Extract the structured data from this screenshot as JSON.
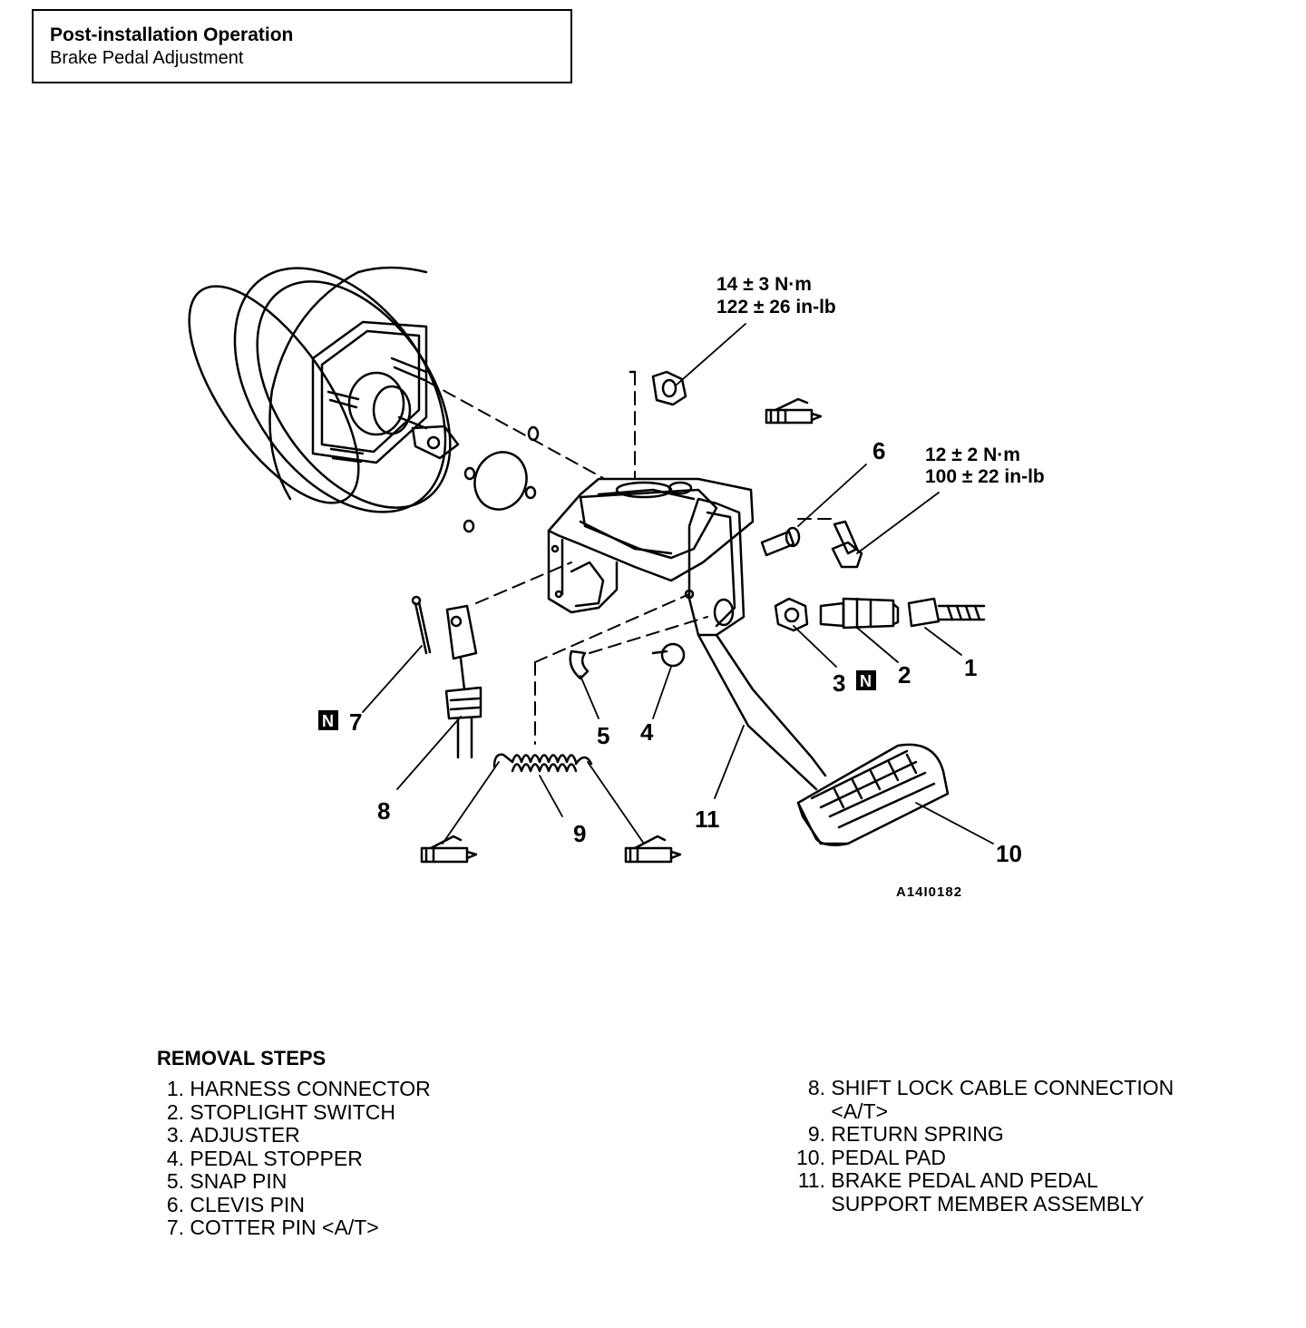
{
  "header": {
    "title": "Post-installation Operation",
    "subtitle": "Brake Pedal Adjustment"
  },
  "diagram": {
    "torque_1": {
      "line1": "14 ± 3 N·m",
      "line2": "122 ± 26 in-lb"
    },
    "torque_2": {
      "line1": "12 ± 2 N·m",
      "line2": "100 ± 22 in-lb"
    },
    "callouts": {
      "c1": "1",
      "c2": "2",
      "c3": "3",
      "c4": "4",
      "c5": "5",
      "c6": "6",
      "c7": "7",
      "c8": "8",
      "c9": "9",
      "c10": "10",
      "c11": "11"
    },
    "n_mark": "N",
    "figure_code": "A14I0182"
  },
  "removal": {
    "title": "REMOVAL STEPS",
    "left": [
      {
        "num": "1.",
        "text": "HARNESS CONNECTOR"
      },
      {
        "num": "2.",
        "text": "STOPLIGHT SWITCH"
      },
      {
        "num": "3.",
        "text": "ADJUSTER"
      },
      {
        "num": "4.",
        "text": "PEDAL STOPPER"
      },
      {
        "num": "5.",
        "text": "SNAP PIN"
      },
      {
        "num": "6.",
        "text": "CLEVIS PIN"
      },
      {
        "num": "7.",
        "text": "COTTER PIN <A/T>"
      }
    ],
    "right": [
      {
        "num": "8.",
        "text": "SHIFT LOCK CABLE CONNECTION"
      },
      {
        "num": "",
        "text": "<A/T>"
      },
      {
        "num": "9.",
        "text": "RETURN SPRING"
      },
      {
        "num": "10.",
        "text": "PEDAL PAD"
      },
      {
        "num": "11.",
        "text": "BRAKE PEDAL AND PEDAL"
      },
      {
        "num": "",
        "text": "SUPPORT MEMBER ASSEMBLY"
      }
    ]
  }
}
